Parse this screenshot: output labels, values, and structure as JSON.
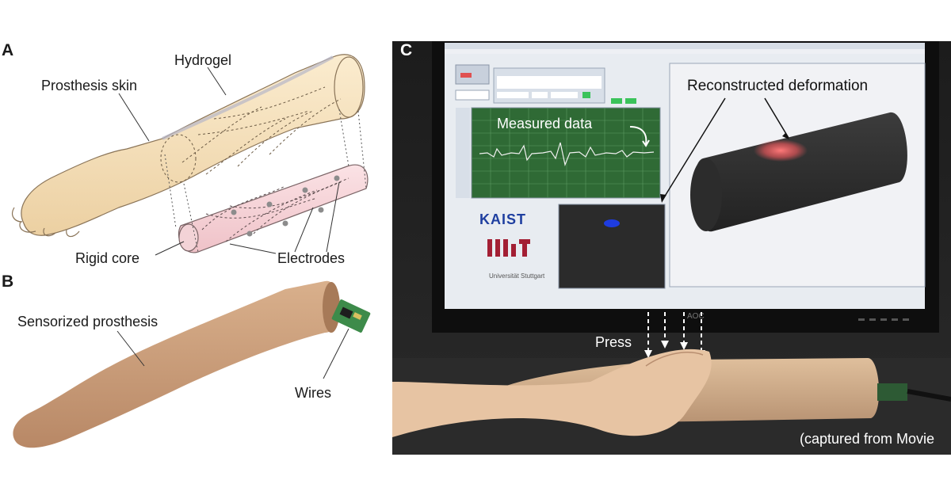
{
  "panels": {
    "a": {
      "letter": "A",
      "labels": {
        "hydrogel": "Hydrogel",
        "prosthesis_skin": "Prosthesis skin",
        "rigid_core": "Rigid core",
        "electrodes": "Electrodes"
      }
    },
    "b": {
      "letter": "B",
      "labels": {
        "sensorized_prosthesis": "Sensorized prosthesis",
        "wires": "Wires"
      }
    },
    "c": {
      "letter": "C",
      "labels": {
        "reconstructed_deformation": "Reconstructed deformation",
        "measured_data": "Measured data",
        "press": "Press",
        "caption": "(captured from Movie"
      },
      "logos": {
        "kaist": "KAIST",
        "mit": "MIT",
        "stuttgart": "Universität Stuttgart"
      },
      "monitor_brand": "AOC"
    }
  },
  "colors": {
    "skin": "#f4dfb8",
    "core": "#f6d2d6",
    "prosthesis": "#c89a76",
    "plot_bg": "#2f6a35",
    "heat": "#e2565a",
    "blob": "#1e3ce0"
  }
}
